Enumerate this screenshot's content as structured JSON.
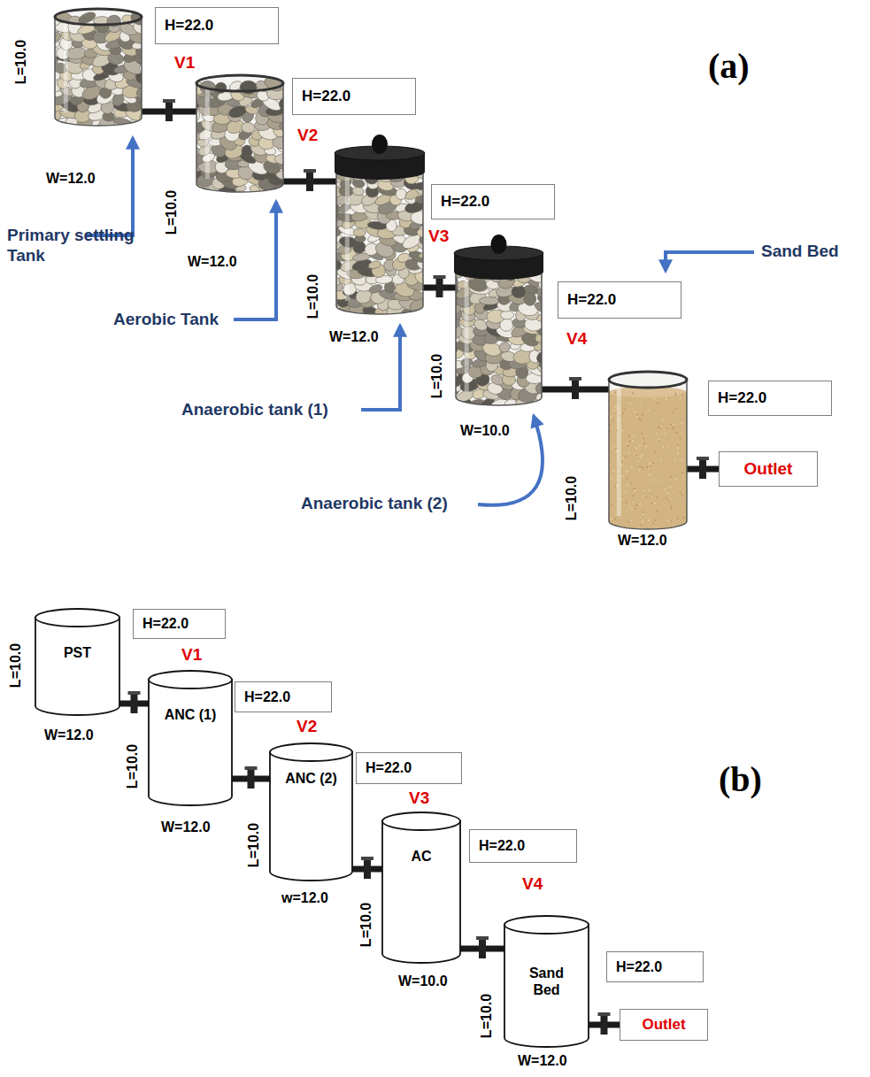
{
  "diagram": {
    "nodes": [
      {
        "text": [
          "Primary settling Tank"
        ]
      },
      {
        "text": [
          "H=22.0"
        ]
      },
      {
        "text": [
          "Aerobic Tank"
        ]
      },
      {
        "text": [
          "H=22.0"
        ]
      },
      {
        "text": [
          "Anaerobic tank (1)"
        ]
      },
      {
        "text": [
          "H=22.0"
        ]
      },
      {
        "text": [
          "Anaerobic tank (2)"
        ]
      },
      {
        "text": [
          "H=22.0"
        ]
      },
      {
        "text": [
          "Sand Bed"
        ]
      },
      {
        "text": [
          "H=22.0"
        ]
      },
      {
        "text": [
          "Outlet"
        ]
      },
      {
        "text": [
          "PST"
        ]
      },
      {
        "text": [
          "H=22.0"
        ]
      },
      {
        "text": [
          "ANC (1)"
        ]
      },
      {
        "text": [
          "H=22.0"
        ]
      },
      {
        "text": [
          "ANC (2)"
        ]
      },
      {
        "text": [
          "H=22.0"
        ]
      },
      {
        "text": [
          "AC"
        ]
      },
      {
        "text": [
          "H=22.0"
        ]
      },
      {
        "text": [
          "Sand Bed"
        ]
      },
      {
        "text": [
          "H=22.0"
        ]
      },
      {
        "text": [
          "Outlet"
        ]
      }
    ],
    "edges": [
      {
        "from": 0,
        "to": 2,
        "label": "V1",
        "arrow": "none"
      },
      {
        "from": 2,
        "to": 4,
        "label": "V2",
        "arrow": "none"
      },
      {
        "from": 4,
        "to": 6,
        "label": "V3",
        "arrow": "none"
      },
      {
        "from": 6,
        "to": 8,
        "label": "V4",
        "arrow": "none"
      },
      {
        "from": 8,
        "to": 10,
        "arrow": "none"
      },
      {
        "from": 11,
        "to": 13,
        "label": "V1",
        "arrow": "none"
      },
      {
        "from": 13,
        "to": 15,
        "label": "V2",
        "arrow": "none"
      },
      {
        "from": 15,
        "to": 17,
        "label": "V3",
        "arrow": "none"
      },
      {
        "from": 17,
        "to": 19,
        "label": "V4",
        "arrow": "none"
      },
      {
        "from": 19,
        "to": 21,
        "arrow": "none"
      }
    ],
    "labels": [
      "(a)",
      "L=10.0",
      "W=12.0",
      "L=10.0",
      "W=12.0",
      "L=10.0",
      "W=12.0",
      "L=10.0",
      "W=10.0",
      "L=10.0",
      "W=12.0",
      "(b)",
      "L=10.0",
      "W=12.0",
      "L=10.0",
      "W=12.0",
      "L=10.0",
      "w=12.0",
      "L=10.0",
      "W=10.0",
      "L=10.0",
      "W=12.0"
    ]
  }
}
